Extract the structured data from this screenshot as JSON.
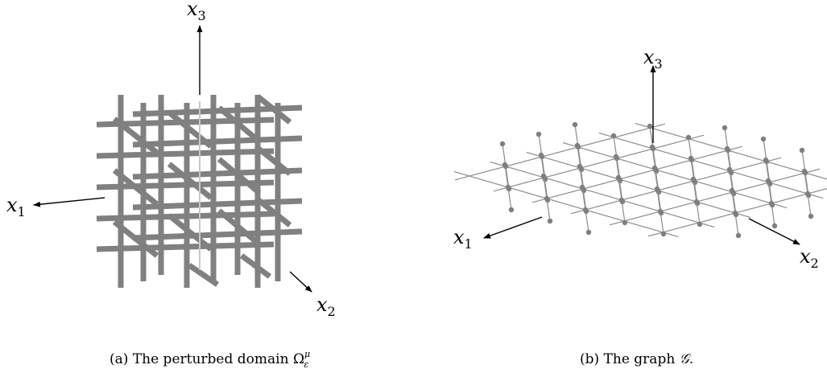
{
  "panel_a": {
    "axis_labels": {
      "x1": "x",
      "x1_sub": "1",
      "x2": "x",
      "x2_sub": "2",
      "x3": "x",
      "x3_sub": "3"
    },
    "caption_prefix": "(a) The perturbed domain ",
    "caption_symbol": "Ω",
    "caption_sup": "μ",
    "caption_sub": "ε"
  },
  "panel_b": {
    "axis_labels": {
      "x1": "x",
      "x1_sub": "1",
      "x2": "x",
      "x2_sub": "2",
      "x3": "x",
      "x3_sub": "3"
    },
    "caption_prefix": "(b) The graph ",
    "caption_symbol": "𝒢",
    "caption_suffix": "."
  },
  "colors": {
    "rod": "#808080",
    "edge": "#8c8c8c",
    "node": "#7f7f7f",
    "axis": "#000000"
  }
}
